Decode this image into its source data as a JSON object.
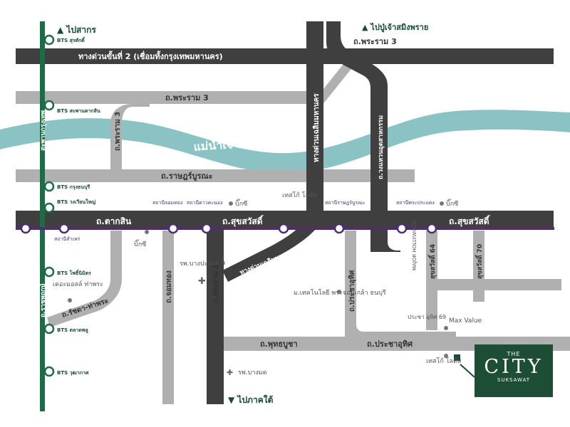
{
  "colors": {
    "expressway": "#3f3f3f",
    "road": "#b0b0b0",
    "river": "#8bc3c4",
    "bts_line": "#1e6b46",
    "purple_line": "#4e2d73",
    "brand": "#1e4d35"
  },
  "direction_labels": {
    "north_sakon": "▲ ไปสากร",
    "north_chiangmai": "▲ ไปปู่เจ้าสมิงพราย",
    "south": "▼ ไปภาคใต้"
  },
  "roads": {
    "expressway_top": "ทางด่วนขั้นที่ 2 (เชื่อมทั้งกรุงเทพมหานคร)",
    "rama3_top": "ถ.พระราม 3",
    "rama3_mid": "ถ.พระราม 3",
    "rama3_vertical": "ถ.พระราม 3",
    "ratburana": "ถ.ราษฎร์บูรณะ",
    "taksin": "ถ.ตากสิน",
    "suksawat_left": "ถ.สุขสวัสดิ์",
    "suksawat_right": "ถ.สุขสวัสดิ์",
    "expressway_chaloem_vertical": "ทางด่วนเฉลิมมหานคร",
    "expressway_chaloem_diag": "ทางด่วนเฉลิมมหานคร",
    "kanchanaphisek": "ถ.วงแหวนอุตสาหกรรม",
    "sathorn": "สะพานกรุงเทพ",
    "ratchaphruek": "ถ.ราชพฤกษ์",
    "rachada_thapra": "ถ.รัชดา-ท่าพระ",
    "chomthong": "ถ.จอมทอง",
    "rama2": "ถ.พระราม 2",
    "prachautit_vertical": "ถ.ประชาอุทิศ",
    "prachautit_bottom": "ถ.ประชาอุทิศ",
    "phutthabucha": "ถ.พุทธบูชา",
    "suksawat64": "สุขสวัสดิ์ 64",
    "suksawat70": "สุขสวัสดิ์ 70"
  },
  "river_label": "แม่น้ำเจ้าพระยา",
  "bts_stations": [
    "BTS สุรศักดิ์",
    "BTS สะพานตากสิน",
    "BTS กรุงธนบุรี",
    "BTS วงเวียนใหญ่",
    "BTS โพธิ์นิมิตร",
    "BTS ตลาดพลู",
    "BTS วุฒากาศ"
  ],
  "purple_stations": {
    "samre": "สถานีสำเหร่",
    "chomthong": "สถานีจอมทอง",
    "daokhanong": "สถานีดาวคะนอง",
    "ratburana": "สถานีราษฎร์บูรณะ",
    "phrapradaeng": "สถานีพระประแดง"
  },
  "places": {
    "bigc1": "บิ๊กซี",
    "bigc2": "บิ๊กซี",
    "bigc3": "บิ๊กซี",
    "lotus1": "เทสโก้ โลตัส",
    "lotus2": "เทสโก้ โลตัส",
    "hospital_bangpakok": "รพ.บางปะกอก 9",
    "hospital_bangmot": "รพ.บางมด",
    "central_thapra": "เดอะมอลล์ ท่าพระ",
    "kmutt": "ม.เทคโนโลยี พระจอมเกล้า ธนบุรี",
    "major": "MAJOR HOLLYWOOD",
    "prachautit69": "ประชา อุทิศ 69",
    "maxvalue": "Max Value"
  },
  "project": {
    "top": "THE",
    "name": "CITY",
    "sub": "SUKSAWAT"
  }
}
